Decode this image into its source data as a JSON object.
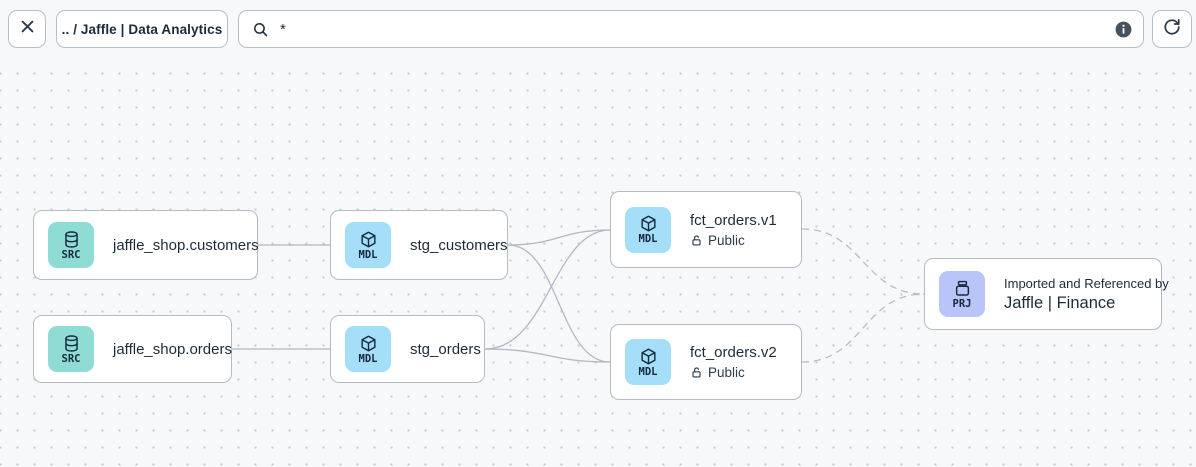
{
  "toolbar": {
    "close_icon": "close-x",
    "breadcrumb": ".. / Jaffle | Data Analytics",
    "search": {
      "icon": "magnifier",
      "value": "*",
      "info_icon": "info-circle"
    },
    "refresh_icon": "refresh-arrow"
  },
  "colors": {
    "canvas_bg": "#f7f8f9",
    "node_border": "#b5bcc7",
    "edge": "#b1b8c3",
    "text": "#1c2b3a",
    "src_icon_bg": "#8edcd4",
    "mdl_icon_bg": "#a4def9",
    "prj_icon_bg": "#b9c4f8",
    "info_icon_bg": "#47525f"
  },
  "nodes": [
    {
      "id": "src-customers",
      "type": "SRC",
      "icon": "database-icon",
      "title": "jaffle_shop.customers"
    },
    {
      "id": "src-orders",
      "type": "SRC",
      "icon": "database-icon",
      "title": "jaffle_shop.orders"
    },
    {
      "id": "stg-customers",
      "type": "MDL",
      "icon": "cube-icon",
      "title": "stg_customers"
    },
    {
      "id": "stg-orders",
      "type": "MDL",
      "icon": "cube-icon",
      "title": "stg_orders"
    },
    {
      "id": "fct-orders-v1",
      "type": "MDL",
      "icon": "cube-icon",
      "title": "fct_orders.v1",
      "access": "Public"
    },
    {
      "id": "fct-orders-v2",
      "type": "MDL",
      "icon": "cube-icon",
      "title": "fct_orders.v2",
      "access": "Public"
    },
    {
      "id": "project-jaffle-finance",
      "type": "PRJ",
      "icon": "archive-icon",
      "subtitle": "Imported and Referenced by",
      "title": "Jaffle | Finance"
    }
  ],
  "edges": [
    {
      "from": "jaffle_shop.customers",
      "to": "stg_customers",
      "style": "solid"
    },
    {
      "from": "jaffle_shop.orders",
      "to": "stg_orders",
      "style": "solid"
    },
    {
      "from": "stg_customers",
      "to": "fct_orders.v1",
      "style": "solid"
    },
    {
      "from": "stg_customers",
      "to": "fct_orders.v2",
      "style": "solid"
    },
    {
      "from": "stg_orders",
      "to": "fct_orders.v1",
      "style": "solid"
    },
    {
      "from": "stg_orders",
      "to": "fct_orders.v2",
      "style": "solid"
    },
    {
      "from": "fct_orders.v1",
      "to": "Jaffle | Finance",
      "style": "dashed"
    },
    {
      "from": "fct_orders.v2",
      "to": "Jaffle | Finance",
      "style": "dashed"
    }
  ]
}
